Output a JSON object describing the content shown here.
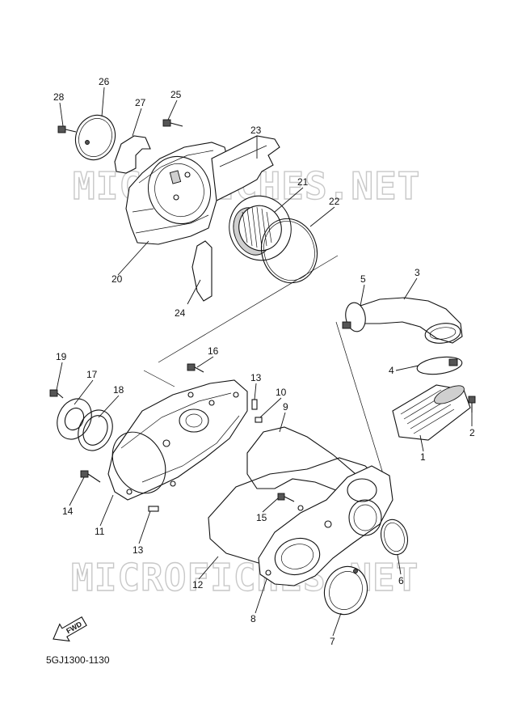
{
  "watermarks": [
    "MICROFICHES.NET",
    "MICROFICHES.NET"
  ],
  "diagram_code": "5GJ1300-1130",
  "fwd_label": "FWD",
  "callouts": [
    {
      "id": "28",
      "label": "28"
    },
    {
      "id": "26",
      "label": "26"
    },
    {
      "id": "27",
      "label": "27"
    },
    {
      "id": "25",
      "label": "25"
    },
    {
      "id": "23",
      "label": "23"
    },
    {
      "id": "21",
      "label": "21"
    },
    {
      "id": "22",
      "label": "22"
    },
    {
      "id": "20",
      "label": "20"
    },
    {
      "id": "24",
      "label": "24"
    },
    {
      "id": "5",
      "label": "5"
    },
    {
      "id": "3",
      "label": "3"
    },
    {
      "id": "19",
      "label": "19"
    },
    {
      "id": "16",
      "label": "16"
    },
    {
      "id": "17",
      "label": "17"
    },
    {
      "id": "18",
      "label": "18"
    },
    {
      "id": "13a",
      "label": "13"
    },
    {
      "id": "10",
      "label": "10"
    },
    {
      "id": "9",
      "label": "9"
    },
    {
      "id": "4",
      "label": "4"
    },
    {
      "id": "2",
      "label": "2"
    },
    {
      "id": "1",
      "label": "1"
    },
    {
      "id": "14",
      "label": "14"
    },
    {
      "id": "11",
      "label": "11"
    },
    {
      "id": "15",
      "label": "15"
    },
    {
      "id": "13b",
      "label": "13"
    },
    {
      "id": "12",
      "label": "12"
    },
    {
      "id": "6",
      "label": "6"
    },
    {
      "id": "8",
      "label": "8"
    },
    {
      "id": "7",
      "label": "7"
    }
  ]
}
